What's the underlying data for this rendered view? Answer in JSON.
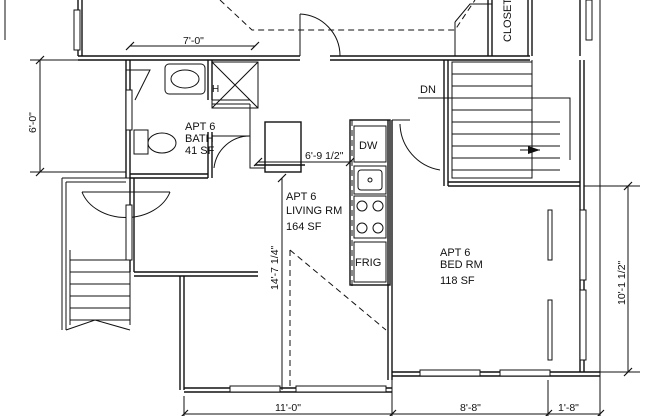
{
  "rooms": {
    "bath": {
      "line1": "APT 6",
      "line2": "BATH",
      "area": "41 SF"
    },
    "living": {
      "line1": "APT 6",
      "line2": "LIVING RM",
      "area": "164 SF"
    },
    "bed": {
      "line1": "APT 6",
      "line2": "BED RM",
      "area": "118 SF"
    }
  },
  "labels": {
    "closet": "CLOSET",
    "stairs_down": "DN",
    "dishwasher": "DW",
    "fridge": "FRIG"
  },
  "dimensions": {
    "bath_width": "7'-0\"",
    "bath_height": "6'-0\"",
    "kitchen_offset": "6'-9 1/2\"",
    "living_height": "14'-7 1/4\"",
    "bed_height": "10'-1 1/2\"",
    "bottom_left": "11'-0\"",
    "bottom_mid": "8'-8\"",
    "bottom_right": "1'-8\""
  }
}
